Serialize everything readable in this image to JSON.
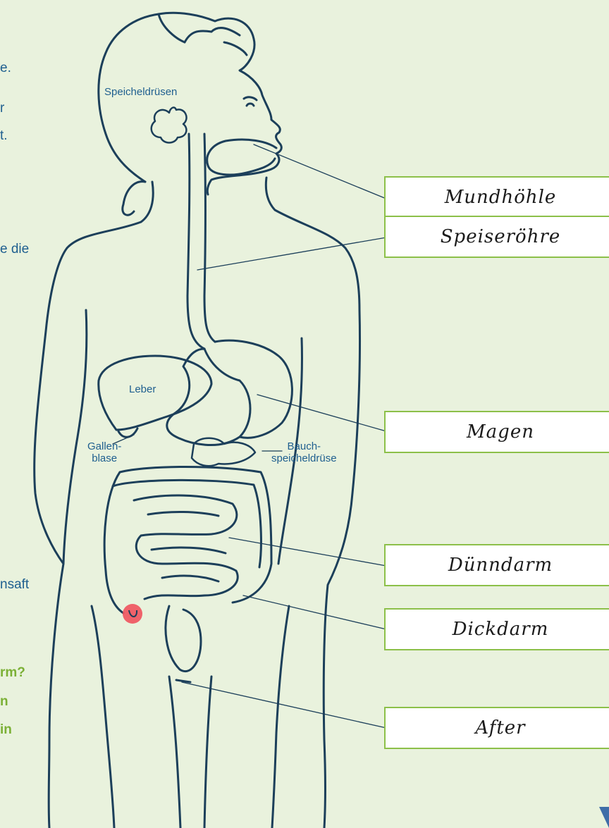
{
  "colors": {
    "background": "#e9f2dd",
    "outline": "#1c3f5a",
    "label_blue": "#1f5f8f",
    "question_green": "#7bb035",
    "box_border": "#8cc049",
    "highlight": "#f0525d"
  },
  "left_text_fragments": [
    {
      "id": "frag-1",
      "text": "e.",
      "style": "blue"
    },
    {
      "id": "frag-2",
      "text": "r",
      "style": "blue"
    },
    {
      "id": "frag-3",
      "text": "t.",
      "style": "blue"
    },
    {
      "id": "frag-4",
      "text": "e die",
      "style": "blue"
    },
    {
      "id": "frag-5",
      "text": "nsaft",
      "style": "blue"
    },
    {
      "id": "frag-6",
      "text": "rm?",
      "style": "green"
    },
    {
      "id": "frag-7",
      "text": "n",
      "style": "green"
    },
    {
      "id": "frag-8",
      "text": "in",
      "style": "green"
    }
  ],
  "organ_labels": {
    "speicheldruesen": "Speicheldrüsen",
    "leber": "Leber",
    "gallenblase_1": "Gallen-",
    "gallenblase_2": "blase",
    "bauchspeicheldruese_1": "Bauch-",
    "bauchspeicheldruese_2": "speicheldrüse"
  },
  "answer_boxes": [
    {
      "id": "mundhoehle",
      "text": "Mundhöhle"
    },
    {
      "id": "speiseroehre",
      "text": "Speiseröhre"
    },
    {
      "id": "magen",
      "text": "Magen"
    },
    {
      "id": "duenndarm",
      "text": "Dünndarm"
    },
    {
      "id": "dickdarm",
      "text": "Dickdarm"
    },
    {
      "id": "after",
      "text": "After"
    }
  ]
}
